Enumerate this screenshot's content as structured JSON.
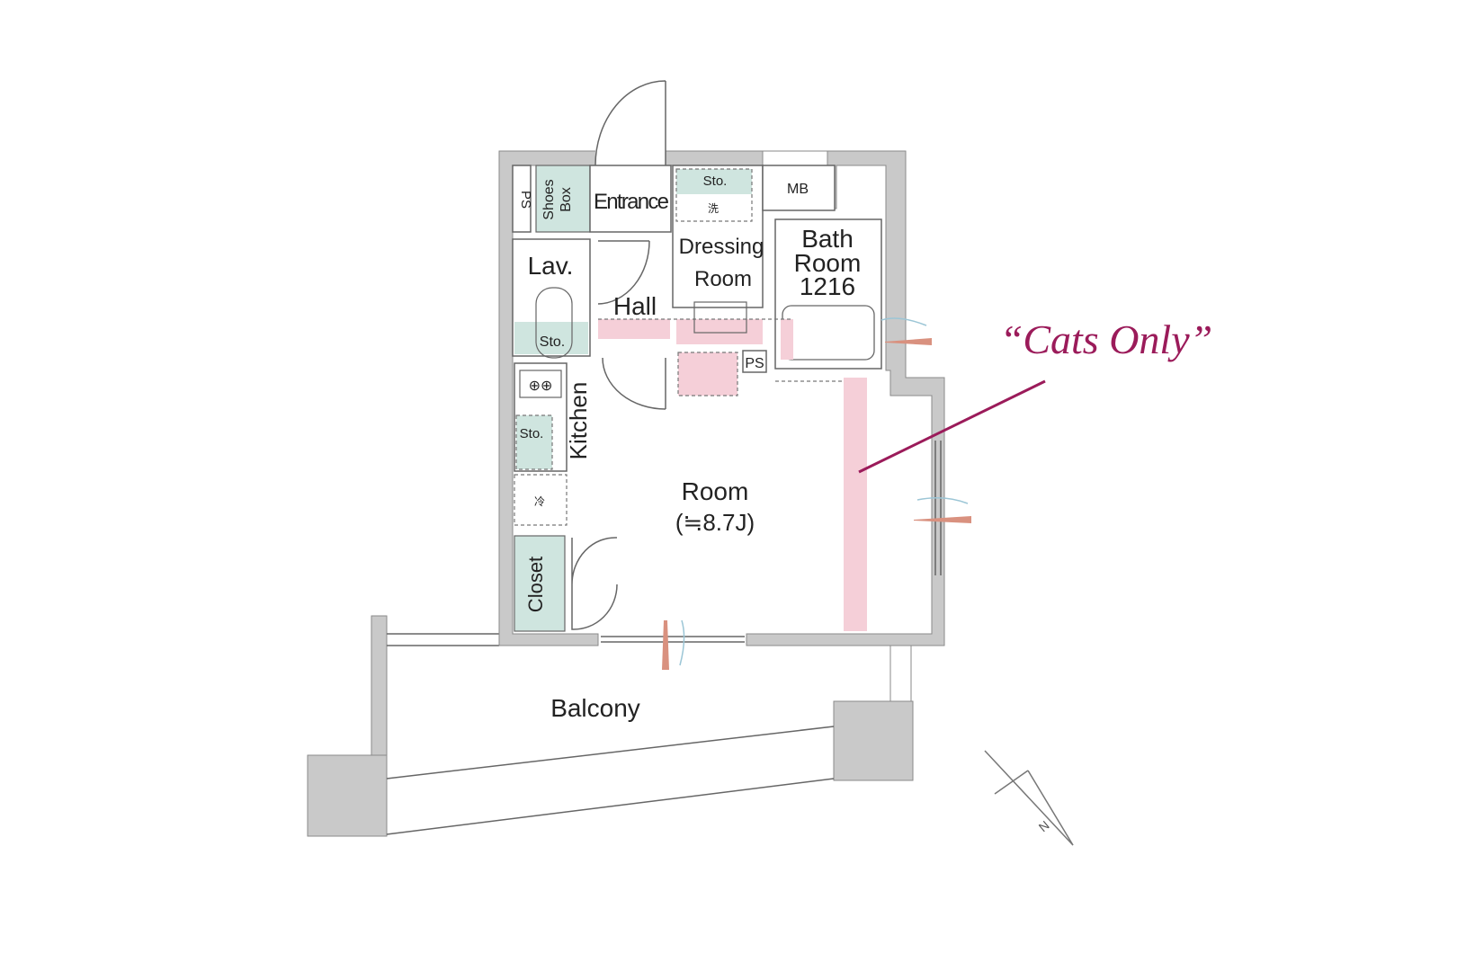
{
  "plan": {
    "rooms": {
      "ps_top": "PS",
      "shoes_box_1": "Shoes",
      "shoes_box_2": "Box",
      "entrance": "Entrance",
      "storage_dressing": "Sto.",
      "washer": "洗",
      "mb": "MB",
      "dressing_1": "Dressing",
      "dressing_2": "Room",
      "bath_1": "Bath",
      "bath_2": "Room",
      "bath_3": "1216",
      "lav": "Lav.",
      "storage_lav": "Sto.",
      "hall": "Hall",
      "ps_mid": "PS",
      "kitchen": "Kitchen",
      "storage_kitchen": "Sto.",
      "fridge": "冷",
      "closet": "Closet",
      "room": "Room",
      "room_size": "(≒8.7J)",
      "balcony": "Balcony"
    },
    "annotation": "“Cats Only”",
    "compass_label": "N",
    "colors": {
      "wall": "#c9c9c9",
      "storage": "#cfe5df",
      "cat_path": "#f5cfd8",
      "annotation": "#9b1b5a",
      "vent": "#d9917f"
    }
  }
}
